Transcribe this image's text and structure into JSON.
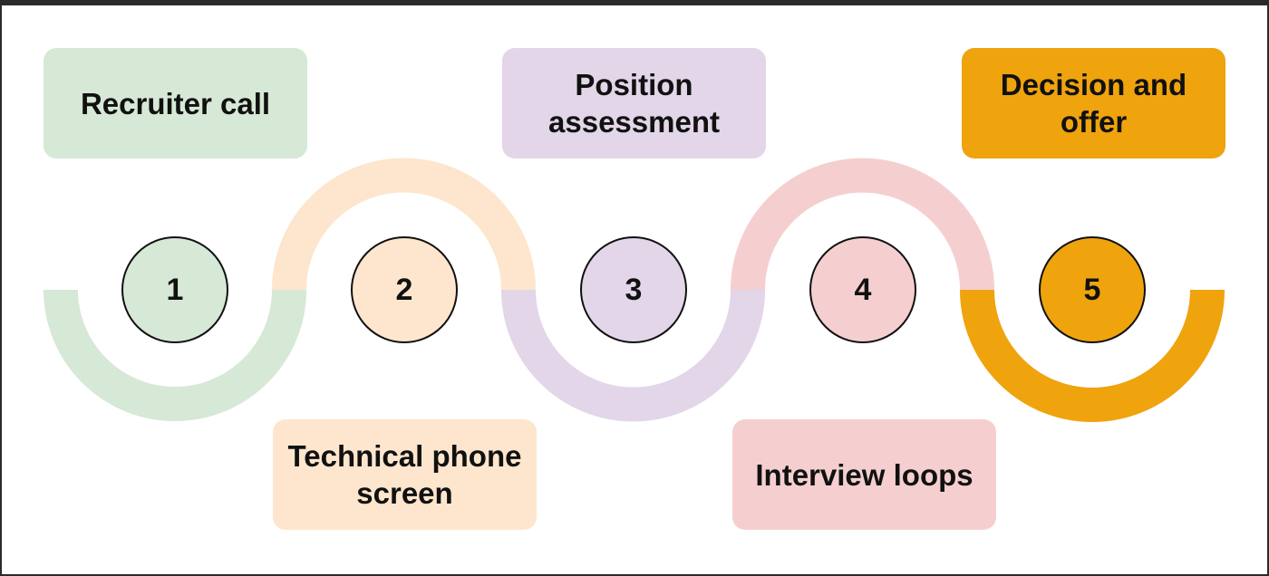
{
  "colors": {
    "green": "#d6e8d6",
    "peach": "#fde6cd",
    "lavender": "#e2d6e8",
    "pink": "#f5cfcf",
    "orange": "#efa30d"
  },
  "steps": [
    {
      "number": "1",
      "label": "Recruiter call",
      "color": "#d6e8d6"
    },
    {
      "number": "2",
      "label": "Technical phone screen",
      "color": "#fde6cd"
    },
    {
      "number": "3",
      "label": "Position assessment",
      "color": "#e2d6e8"
    },
    {
      "number": "4",
      "label": "Interview loops",
      "color": "#f5cfcf"
    },
    {
      "number": "5",
      "label": "Decision and offer",
      "color": "#efa30d"
    }
  ]
}
